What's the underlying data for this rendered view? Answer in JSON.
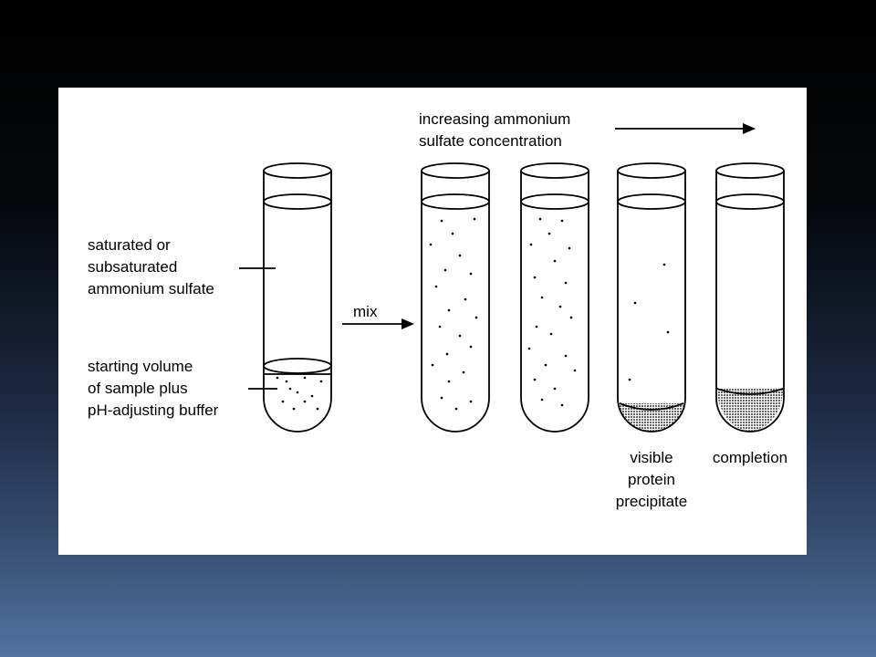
{
  "header": {
    "line1": "increasing ammonium",
    "line2": "sulfate concentration"
  },
  "left_labels": {
    "saturated": [
      "saturated or",
      "subsaturated",
      "ammonium sulfate"
    ],
    "starting": [
      "starting volume",
      "of sample plus",
      "pH-adjusting buffer"
    ]
  },
  "mix_label": "mix",
  "tube_labels": {
    "visible": [
      "visible",
      "protein",
      "precipitate"
    ],
    "completion": "completion"
  },
  "colors": {
    "precipitate_fill": "#8c8c8c",
    "line": "#000000",
    "panel": "#ffffff"
  }
}
